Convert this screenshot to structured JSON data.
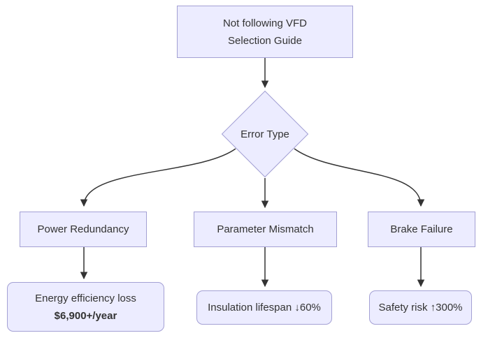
{
  "nodes": {
    "root": {
      "line1": "Not following VFD",
      "line2": "Selection Guide"
    },
    "decision": {
      "label": "Error Type"
    },
    "power": {
      "label": "Power Redundancy"
    },
    "param": {
      "label": "Parameter Mismatch"
    },
    "brake": {
      "label": "Brake Failure"
    },
    "energy": {
      "line1": "Energy efficiency loss",
      "line2": "$6,900+/year"
    },
    "insulation": {
      "label": "Insulation lifespan ↓60%"
    },
    "safety": {
      "label": "Safety risk ↑300%"
    }
  },
  "edges": [
    {
      "from": "root",
      "to": "decision"
    },
    {
      "from": "decision",
      "to": "power"
    },
    {
      "from": "decision",
      "to": "param"
    },
    {
      "from": "decision",
      "to": "brake"
    },
    {
      "from": "power",
      "to": "energy"
    },
    {
      "from": "param",
      "to": "insulation"
    },
    {
      "from": "brake",
      "to": "safety"
    }
  ],
  "colors": {
    "node_fill": "#ECECFF",
    "node_border": "#A3A0D4",
    "edge": "#333333",
    "text": "#333333",
    "background": "#FFFFFF"
  }
}
